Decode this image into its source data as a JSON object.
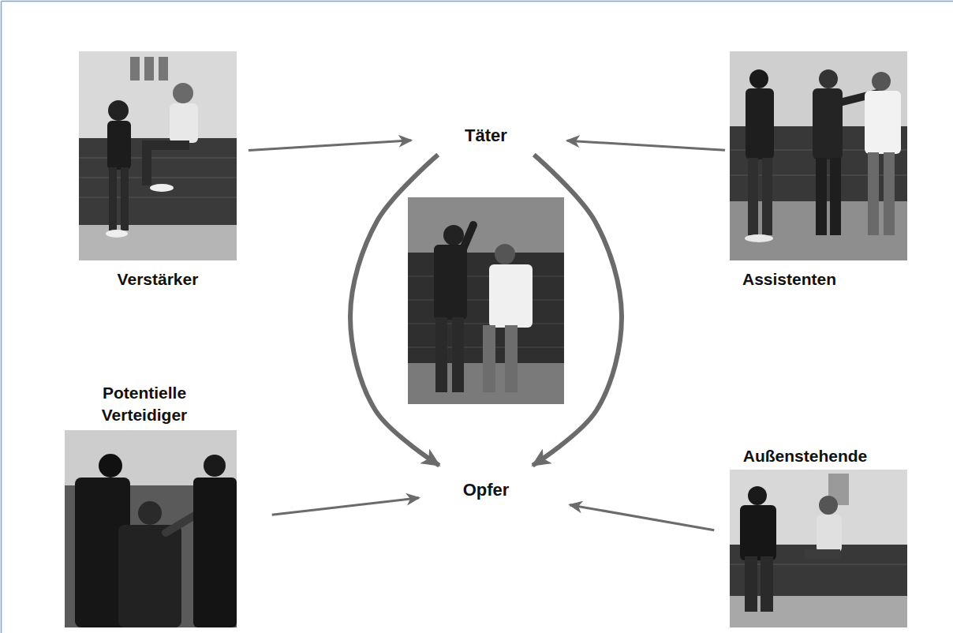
{
  "diagram": {
    "nodes": [
      {
        "text": [
          "Verstärker"
        ]
      },
      {
        "text": [
          "Täter"
        ]
      },
      {
        "text": [
          "Assistenten"
        ]
      },
      {
        "text": [
          "Potentielle Verteidiger"
        ]
      },
      {
        "text": [
          "Opfer"
        ]
      },
      {
        "text": [
          "Außenstehende"
        ]
      }
    ],
    "edges": [
      {
        "from": 0,
        "to": 1,
        "arrow": "to"
      },
      {
        "from": 2,
        "to": 1,
        "arrow": "to"
      },
      {
        "from": 1,
        "to": 4,
        "arrow": "to"
      },
      {
        "from": 1,
        "to": 4,
        "arrow": "to"
      },
      {
        "from": 3,
        "to": 4,
        "arrow": "to"
      },
      {
        "from": 5,
        "to": 4,
        "arrow": "to"
      }
    ]
  }
}
